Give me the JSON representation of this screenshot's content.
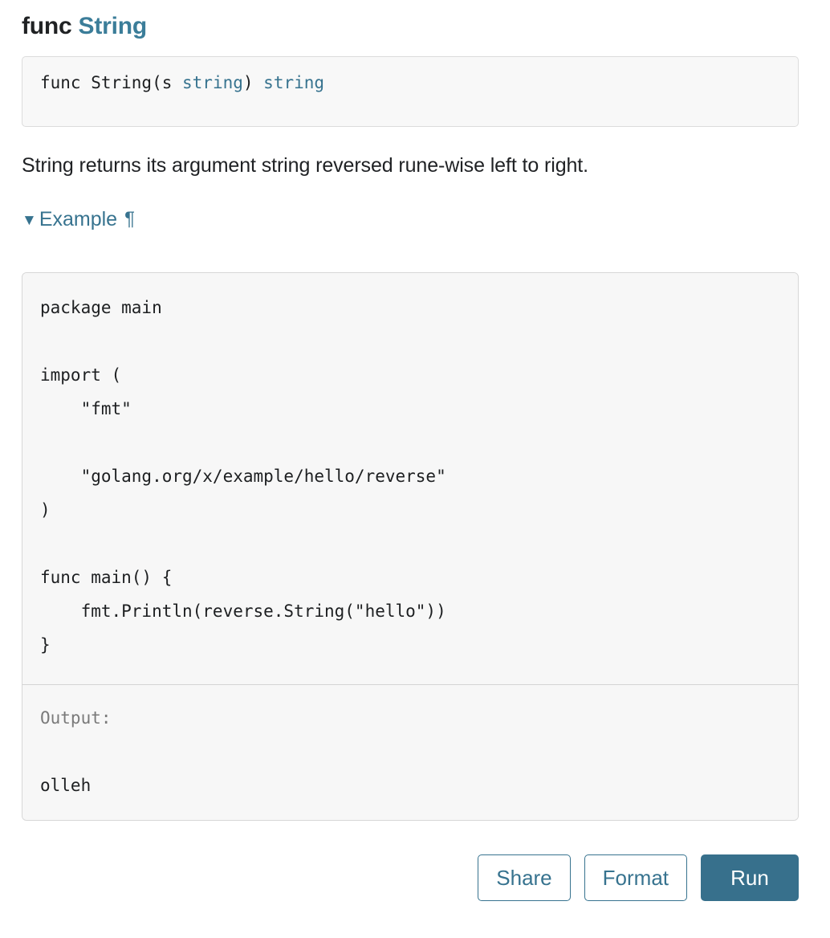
{
  "heading": {
    "keyword": "func",
    "name": "String"
  },
  "signature": {
    "prefix": "func String(s ",
    "param_type": "string",
    "middle": ") ",
    "return_type": "string"
  },
  "doc": {
    "description": "String returns its argument string reversed rune-wise left to right."
  },
  "example_toggle": {
    "triangle": "▼",
    "label": "Example",
    "anchor": "¶"
  },
  "playground": {
    "code": "package main\n\nimport (\n    \"fmt\"\n\n    \"golang.org/x/example/hello/reverse\"\n)\n\nfunc main() {\n    fmt.Println(reverse.String(\"hello\"))\n}",
    "output_label": "Output:",
    "output_value": "olleh",
    "buttons": {
      "share": "Share",
      "format": "Format",
      "run": "Run"
    }
  },
  "colors": {
    "accent": "#37738f",
    "run_button_bg": "#37708c",
    "code_bg": "#f7f7f7",
    "border": "#d7d7d7",
    "muted_text": "#7a7a7a",
    "body_text": "#1f2124"
  }
}
